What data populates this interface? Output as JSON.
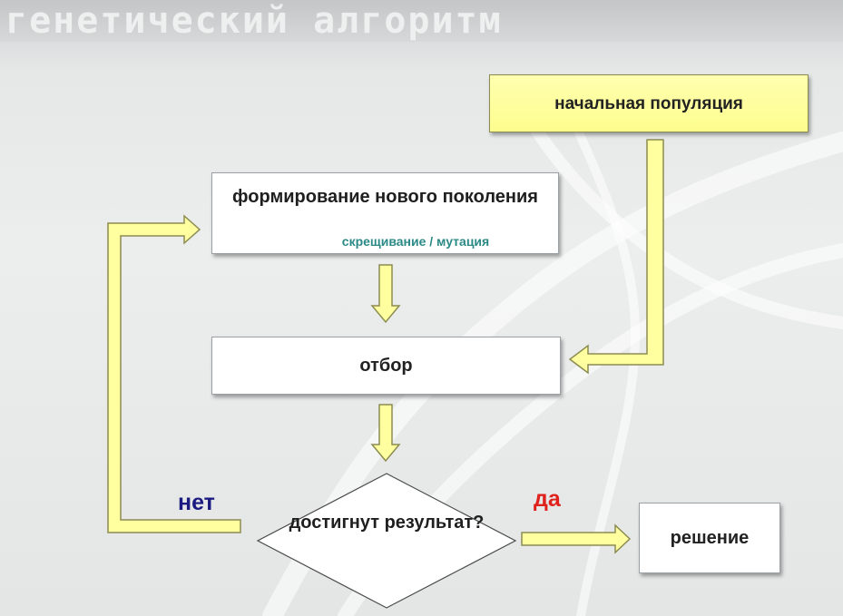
{
  "title": "генетический алгоритм",
  "nodes": {
    "start": "начальная популяция",
    "generation": "формирование нового поколения",
    "generation_sub": "скрещивание / мутация",
    "selection": "отбор",
    "decision": "достигнут результат?",
    "result": "решение"
  },
  "edges": {
    "yes": "да",
    "no": "нет"
  },
  "colors": {
    "start_fill": "#fdfd8e",
    "arrow_fill": "#ffffa0",
    "arrow_stroke": "#8c8c50",
    "subtitle_text": "#2b8a86",
    "no_text": "#1a1a80",
    "yes_text": "#e0221d"
  }
}
